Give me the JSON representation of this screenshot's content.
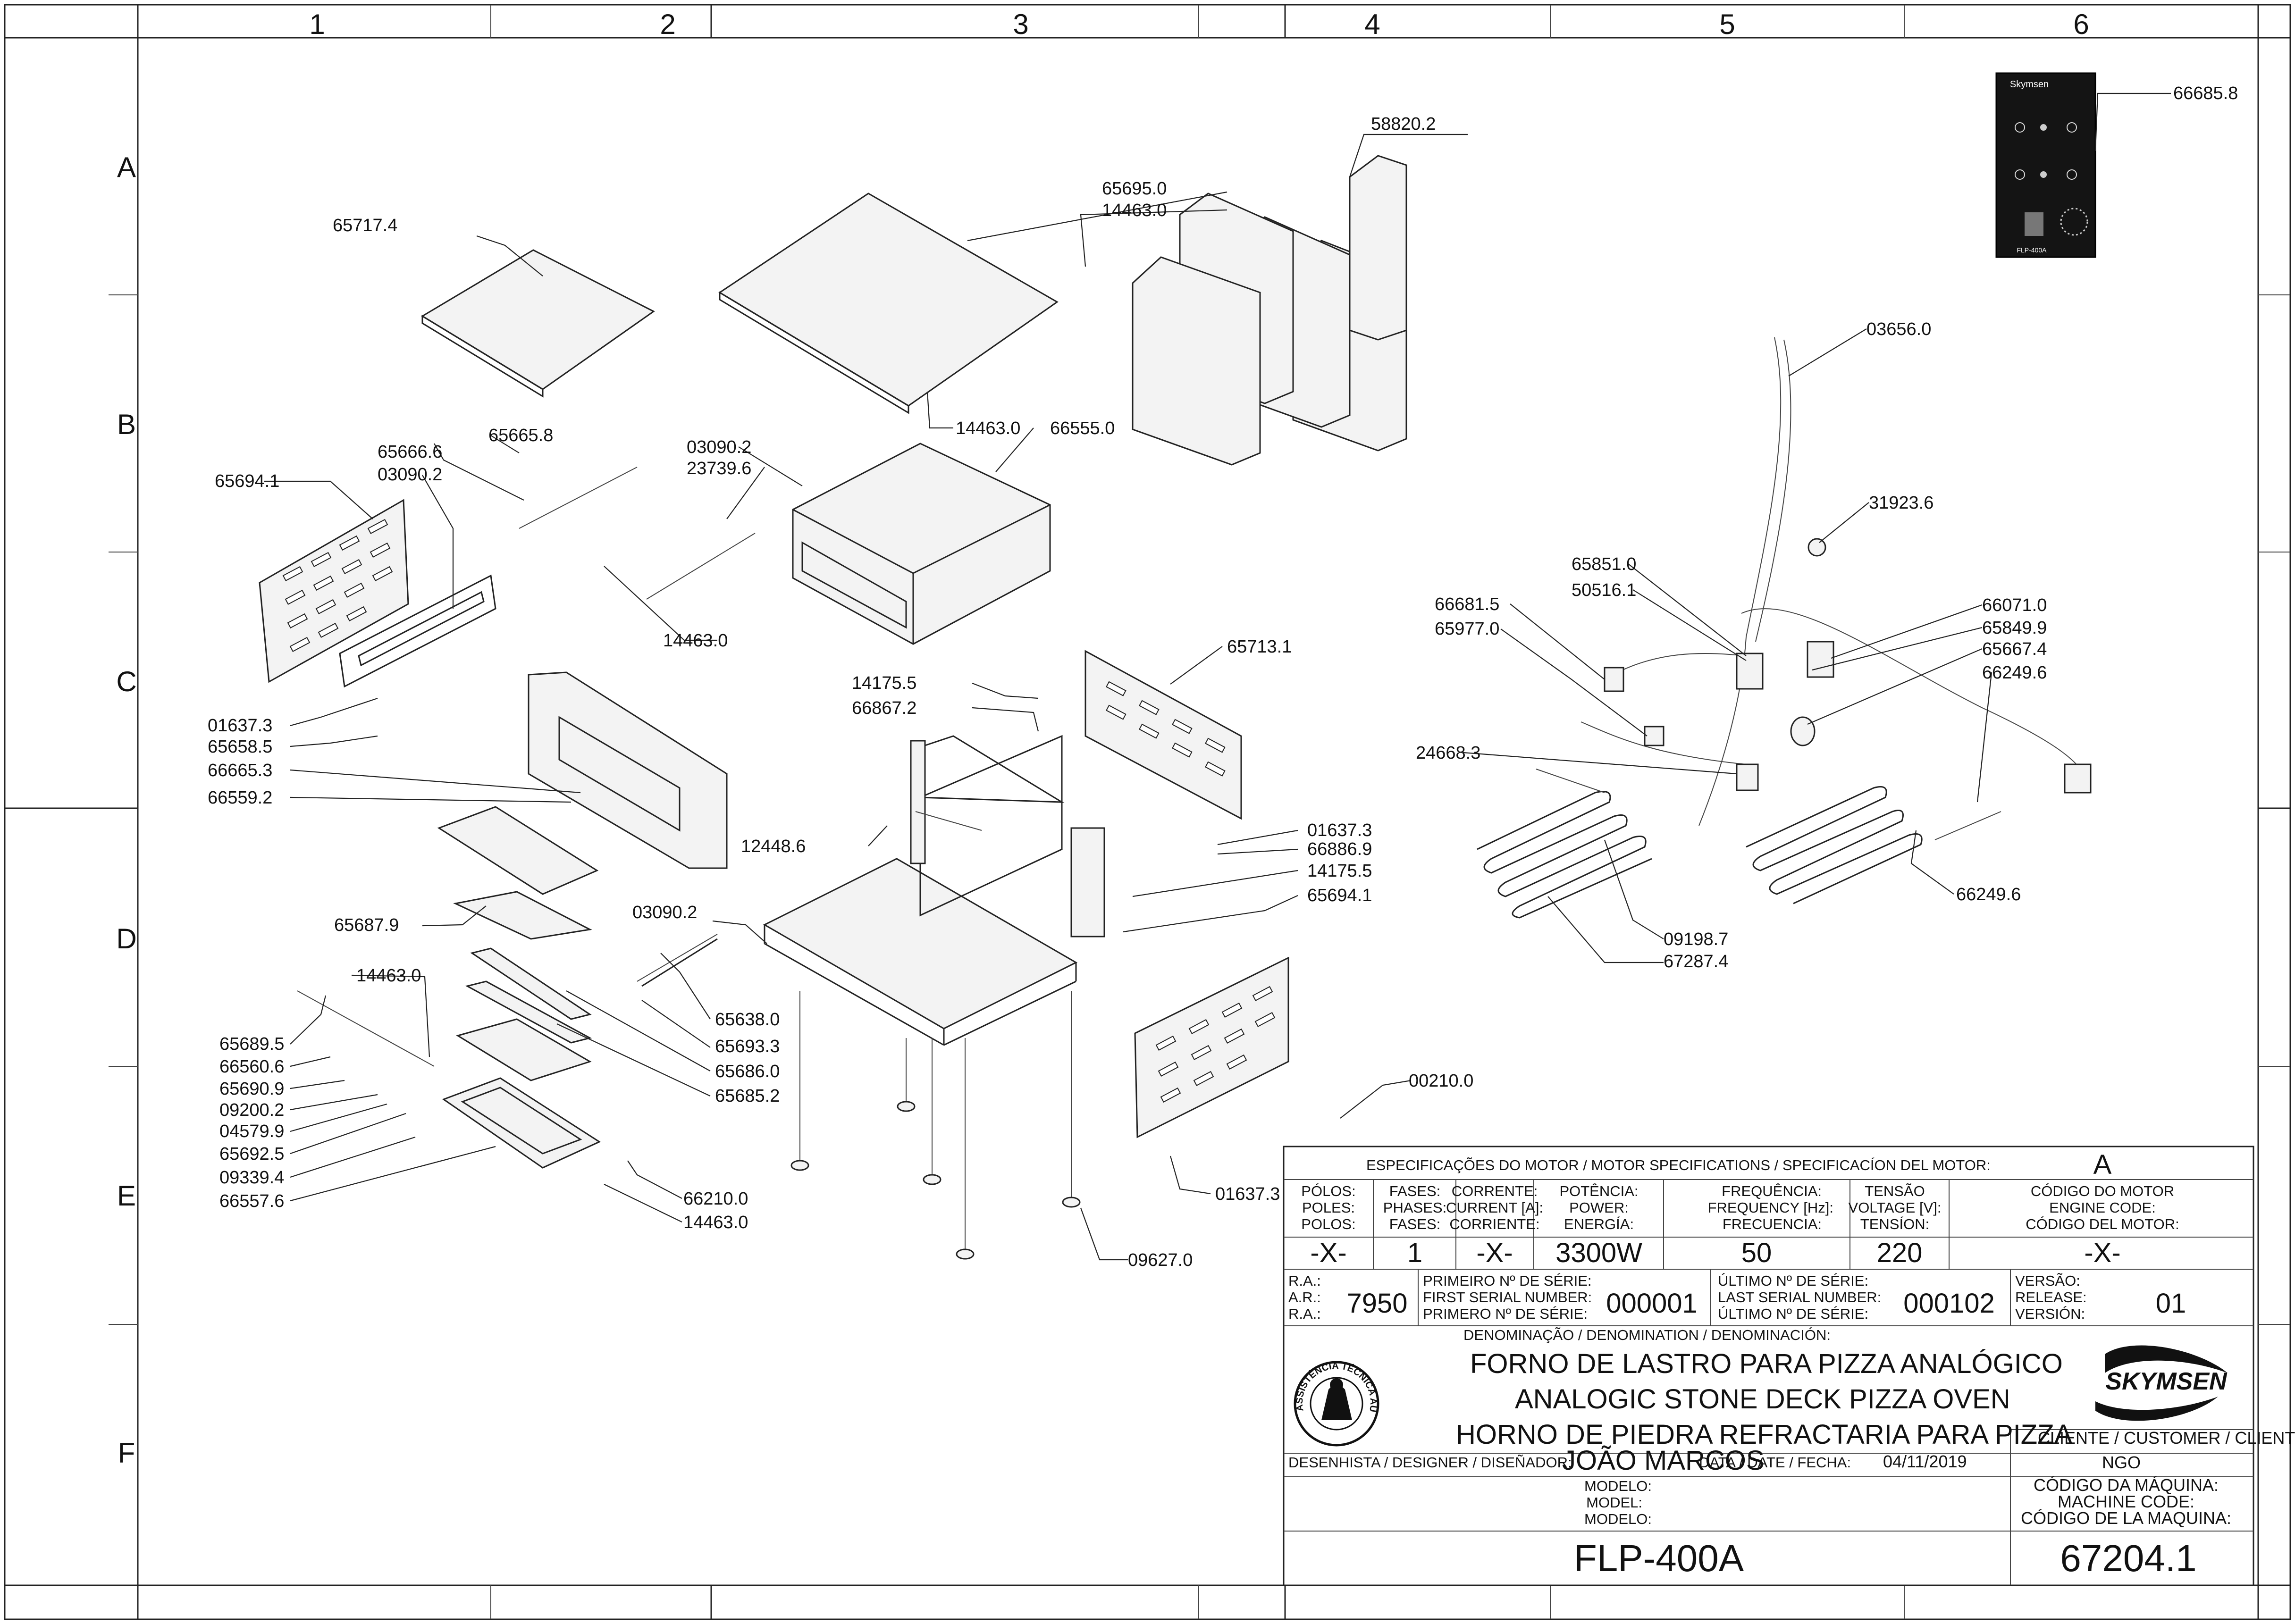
{
  "zones": {
    "columns": [
      "1",
      "2",
      "3",
      "4",
      "5",
      "6"
    ],
    "rows": [
      "A",
      "B",
      "C",
      "D",
      "E",
      "F"
    ]
  },
  "part_numbers": [
    "58820.2",
    "66685.8",
    "65695.0",
    "14463.0",
    "65717.4",
    "03656.0",
    "14463.0",
    "66555.0",
    "65666.6",
    "65665.8",
    "03090.2",
    "23739.6",
    "65694.1",
    "03090.2",
    "31923.6",
    "65851.0",
    "50516.1",
    "66681.5",
    "66071.0",
    "65849.9",
    "65977.0",
    "65667.4",
    "66249.6",
    "14463.0",
    "65713.1",
    "14175.5",
    "66867.2",
    "01637.3",
    "65658.5",
    "66665.3",
    "24668.3",
    "66559.2",
    "01637.3",
    "12448.6",
    "66886.9",
    "14175.5",
    "65694.1",
    "03090.2",
    "65687.9",
    "09198.7",
    "67287.4",
    "66249.6",
    "14463.0",
    "65638.0",
    "65693.3",
    "65689.5",
    "66560.6",
    "65686.0",
    "65690.9",
    "65685.2",
    "09200.2",
    "04579.9",
    "00210.0",
    "65692.5",
    "09339.4",
    "66210.0",
    "14463.0",
    "66557.6",
    "01637.3",
    "09627.0"
  ],
  "control_panel": {
    "brand": "Skymsen",
    "model": "FLP-400A"
  },
  "title_block": {
    "motor_header": "ESPECIFICAÇÕES DO MOTOR / MOTOR SPECIFICATIONS / SPECIFICACÍON DEL MOTOR:",
    "motor_rev": "A",
    "col_poles": [
      "PÓLOS:",
      "POLES:",
      "POLOS:"
    ],
    "col_phases": [
      "FASES:",
      "PHASES:",
      "FASES:"
    ],
    "col_current": [
      "CORRENTE:",
      "CURRENT [A]:",
      "CORRIENTE:"
    ],
    "col_power": [
      "POTÊNCIA:",
      "POWER:",
      "ENERGÍA:"
    ],
    "col_freq": [
      "FREQUÊNCIA:",
      "FREQUENCY [Hz]:",
      "FRECUENCIA:"
    ],
    "col_voltage": [
      "TENSÃO",
      "VOLTAGE [V]:",
      "TENSÍON:"
    ],
    "col_engine": [
      "CÓDIGO DO MOTOR",
      "ENGINE CODE:",
      "CÓDIGO DEL MOTOR:"
    ],
    "val_poles": "-X-",
    "val_phases": "1",
    "val_current": "-X-",
    "val_power": "3300W",
    "val_freq": "50",
    "val_voltage": "220",
    "val_engine": "-X-",
    "ra_labels": [
      "R.A.:",
      "A.R.:",
      "R.A.:"
    ],
    "ra_value": "7950",
    "first_serial_labels": [
      "PRIMEIRO Nº DE SÉRIE:",
      "FIRST SERIAL NUMBER:",
      "PRIMERO Nº DE SÉRIE:"
    ],
    "first_serial": "000001",
    "last_serial_labels": [
      "ÚLTIMO Nº DE SÉRIE:",
      "LAST SERIAL NUMBER:",
      "ÚLTIMO Nº DE SÉRIE:"
    ],
    "last_serial": "000102",
    "version_labels": [
      "VERSÃO:",
      "RELEASE:",
      "VERSIÓN:"
    ],
    "version": "01",
    "denomination_header": "DENOMINAÇÃO / DENOMINATION / DENOMINACIÓN:",
    "name_pt": "FORNO DE LASTRO PARA PIZZA ANALÓGICO",
    "name_en": "ANALOGIC STONE DECK PIZZA OVEN",
    "name_es": "HORNO DE PIEDRA REFRACTARIA PARA PIZZA",
    "brand": "SKYMSEN",
    "badge_text": "ASSISTÊNCIA TÉCNICA AUTORIZADA",
    "client_label": "CLIENTE / CUSTOMER / CLIENTE:",
    "client_value": "NGO",
    "designer_label": "DESENHISTA / DESIGNER / DISEÑADOR:",
    "designer": "JOÃO MARCOS",
    "date_label": "DATA / DATE / FECHA:",
    "date": "04/11/2019",
    "model_labels": [
      "MODELO:",
      "MODEL:",
      "MODELO:"
    ],
    "model": "FLP-400A",
    "machine_code_labels": [
      "CÓDIGO DA MÁQUINA:",
      "MACHINE CODE:",
      "CÓDIGO DE LA MAQUINA:"
    ],
    "machine_code": "67204.1"
  }
}
